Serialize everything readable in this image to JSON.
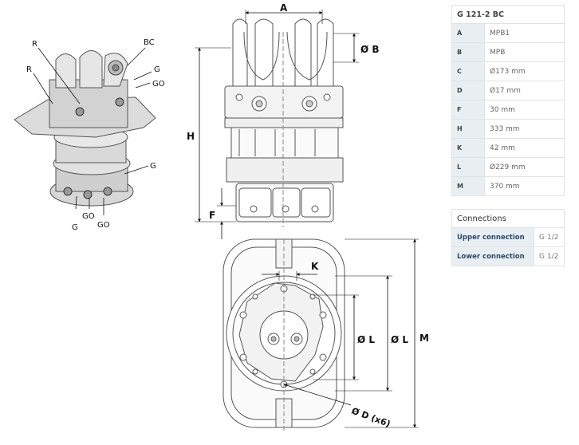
{
  "specs": {
    "title": "G 121-2 BC",
    "rows": [
      {
        "key": "A",
        "value": "MPB1"
      },
      {
        "key": "B",
        "value": "MPB"
      },
      {
        "key": "C",
        "value": "Ø173 mm"
      },
      {
        "key": "D",
        "value": "Ø17 mm"
      },
      {
        "key": "F",
        "value": "30 mm"
      },
      {
        "key": "H",
        "value": "333 mm"
      },
      {
        "key": "K",
        "value": "42 mm"
      },
      {
        "key": "L",
        "value": "Ø229 mm"
      },
      {
        "key": "M",
        "value": "370 mm"
      }
    ]
  },
  "connections": {
    "title": "Connections",
    "rows": [
      {
        "key": "Upper connection",
        "value": "G 1/2"
      },
      {
        "key": "Lower connection",
        "value": "G 1/2"
      }
    ]
  },
  "callouts": {
    "r1": "R",
    "r2": "R",
    "bc": "BC",
    "g1": "G",
    "go1": "GO",
    "g2": "G",
    "g3": "G",
    "go2": "GO",
    "go3": "GO"
  },
  "dimensions": {
    "a": "A",
    "b": "Ø B",
    "h": "H",
    "f": "F",
    "k": "K",
    "l1": "Ø L",
    "l2": "Ø L",
    "m": "M",
    "d": "Ø D (x6)"
  }
}
